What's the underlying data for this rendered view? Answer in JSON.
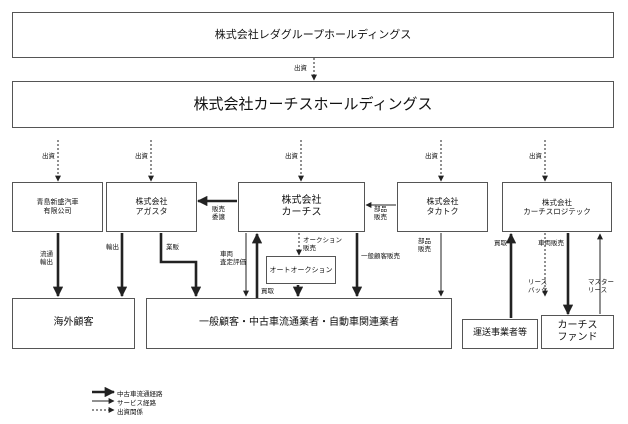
{
  "boxes": {
    "parent": "株式会社レダグループホールディングス",
    "holdings": "株式会社カーチスホールディングス",
    "aomori": [
      "青島新盛汽車",
      "有限公司"
    ],
    "agasta": [
      "株式会社",
      "アガスタ"
    ],
    "carchs": [
      "株式会社",
      "カーチス"
    ],
    "takatoku": [
      "株式会社",
      "タカトク"
    ],
    "logitec": [
      "株式会社",
      "カーチスロジテック"
    ],
    "auto_auction": "オートオークション",
    "overseas": "海外顧客",
    "general": "一般顧客・中古車流通業者・自動車関連業者",
    "transport": "運送事業者等",
    "fund": [
      "カーチス",
      "ファンド"
    ]
  },
  "labels": {
    "shusshi_top": "出資",
    "shusshi": "出資",
    "ryutsu_yushutsu": [
      "流通",
      "輸出"
    ],
    "yushutsu": "輸出",
    "kohan": "業販",
    "hanbai_itaku": [
      "販売",
      "委譲"
    ],
    "buhin_hanbai_1": [
      "部品",
      "販売"
    ],
    "sharyo_satei": [
      "車両",
      "査定評価"
    ],
    "auction_hanbai": [
      "オークション",
      "販売"
    ],
    "kaitori": "買取",
    "ippan_hanbai": "一般顧客販売",
    "buhin_hanbai_2": [
      "部品",
      "販売"
    ],
    "kaitori_2": "買取",
    "sharyo_hanbai": "車両販売",
    "lease_back": [
      "リース",
      "バック"
    ],
    "master_lease": [
      "マスター",
      "リース"
    ]
  },
  "legend": {
    "used_car": "中古車流通経路",
    "service": "サービス経路",
    "investment": "出資関係"
  }
}
